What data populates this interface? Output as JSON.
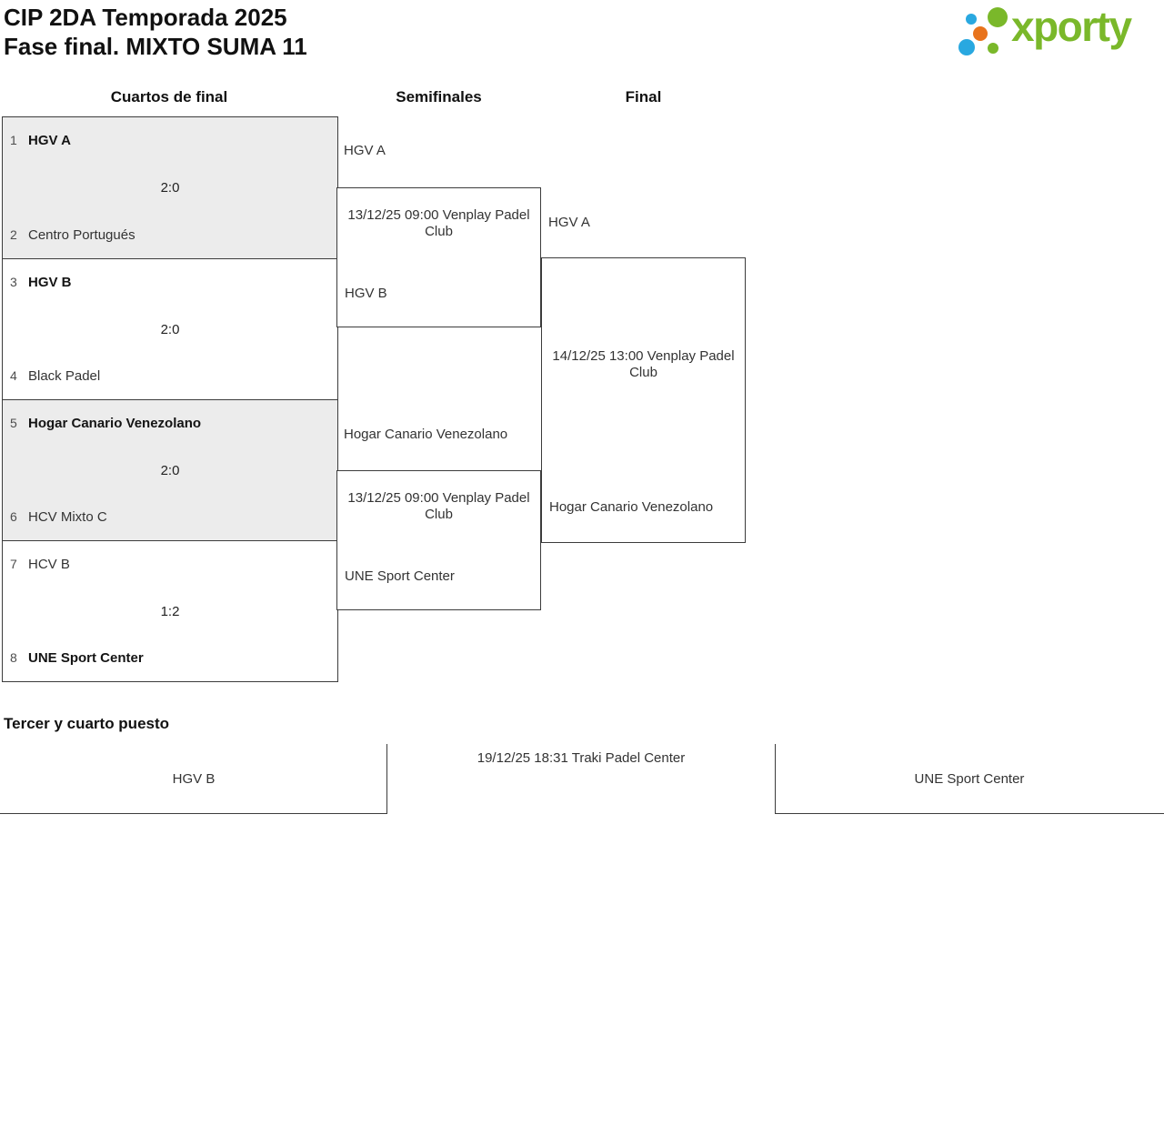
{
  "header": {
    "title_line1": "CIP 2DA Temporada 2025",
    "title_line2": "Fase final. MIXTO SUMA 11",
    "logo_text": "xporty"
  },
  "round_headers": {
    "quarterfinals": "Cuartos de final",
    "semifinals": "Semifinales",
    "final": "Final"
  },
  "quarterfinals": [
    {
      "seed_top": "1",
      "team_top": "HGV A",
      "top_winner": true,
      "score": "2:0",
      "seed_bottom": "2",
      "team_bottom": "Centro Portugués",
      "bottom_winner": false
    },
    {
      "seed_top": "3",
      "team_top": "HGV B",
      "top_winner": true,
      "score": "2:0",
      "seed_bottom": "4",
      "team_bottom": "Black Padel",
      "bottom_winner": false
    },
    {
      "seed_top": "5",
      "team_top": "Hogar Canario Venezolano",
      "top_winner": true,
      "score": "2:0",
      "seed_bottom": "6",
      "team_bottom": "HCV Mixto C",
      "bottom_winner": false
    },
    {
      "seed_top": "7",
      "team_top": "HCV B",
      "top_winner": false,
      "score": "1:2",
      "seed_bottom": "8",
      "team_bottom": "UNE Sport Center",
      "bottom_winner": true
    }
  ],
  "semifinals": [
    {
      "team_top": "HGV A",
      "schedule": "13/12/25 09:00 Venplay Padel Club",
      "team_bottom": "HGV B",
      "winner": "HGV A"
    },
    {
      "team_top": "Hogar Canario Venezolano",
      "schedule": "13/12/25 09:00 Venplay Padel Club",
      "team_bottom": "UNE Sport Center",
      "winner": "Hogar Canario Venezolano"
    }
  ],
  "final": {
    "schedule": "14/12/25 13:00 Venplay Padel Club",
    "team_top": "HGV A",
    "team_bottom": "Hogar Canario Venezolano"
  },
  "third_place": {
    "heading": "Tercer y cuarto puesto",
    "team_left": "HGV B",
    "schedule": "19/12/25 18:31 Traki Padel Center",
    "team_right": "UNE Sport Center"
  },
  "colors": {
    "green": "#7ab82a",
    "blue": "#29a8e0",
    "orange": "#e8731c",
    "line": "#3c3c3c",
    "shade": "#ececec"
  }
}
